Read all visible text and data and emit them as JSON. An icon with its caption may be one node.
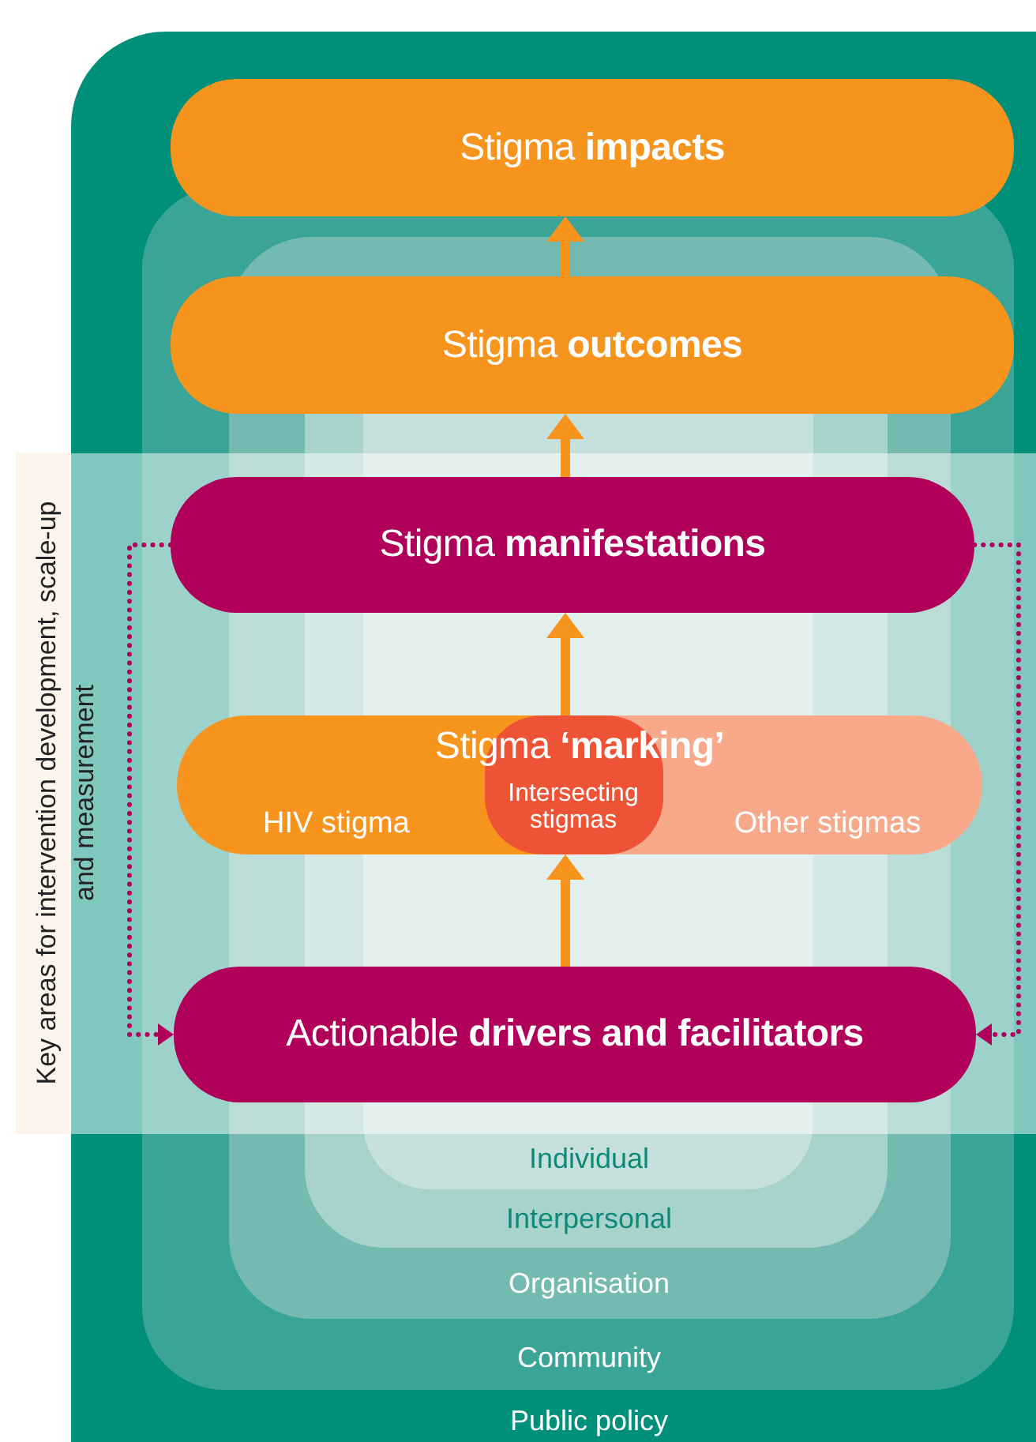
{
  "diagram": {
    "nodes": [
      {
        "text": [
          "Stigma **impacts**"
        ]
      },
      {
        "text": [
          "Stigma **outcomes**"
        ]
      },
      {
        "text": [
          "Stigma **manifestations**"
        ]
      },
      {
        "text": [
          "Stigma **‘marking’**",
          "HIV stigma",
          "Intersecting stigmas",
          "Other stigmas"
        ]
      },
      {
        "text": [
          "Actionable **drivers and facilitators**"
        ]
      }
    ],
    "edges": [
      {
        "from": 1,
        "to": 0,
        "arrow": "to"
      },
      {
        "from": 2,
        "to": 1,
        "arrow": "to"
      },
      {
        "from": 3,
        "to": 2,
        "arrow": "to"
      },
      {
        "from": 4,
        "to": 3,
        "arrow": "to"
      },
      {
        "from": 2,
        "to": 4,
        "arrow": "to",
        "style": "dashed",
        "color": "#b0005a"
      },
      {
        "from": 2,
        "to": 4,
        "arrow": "to",
        "style": "dashed",
        "color": "#b0005a"
      }
    ],
    "labels": [
      "Key areas for intervention development, scale-up and measurement",
      "Individual",
      "Interpersonal",
      "Organisation",
      "Community",
      "Public policy"
    ]
  }
}
